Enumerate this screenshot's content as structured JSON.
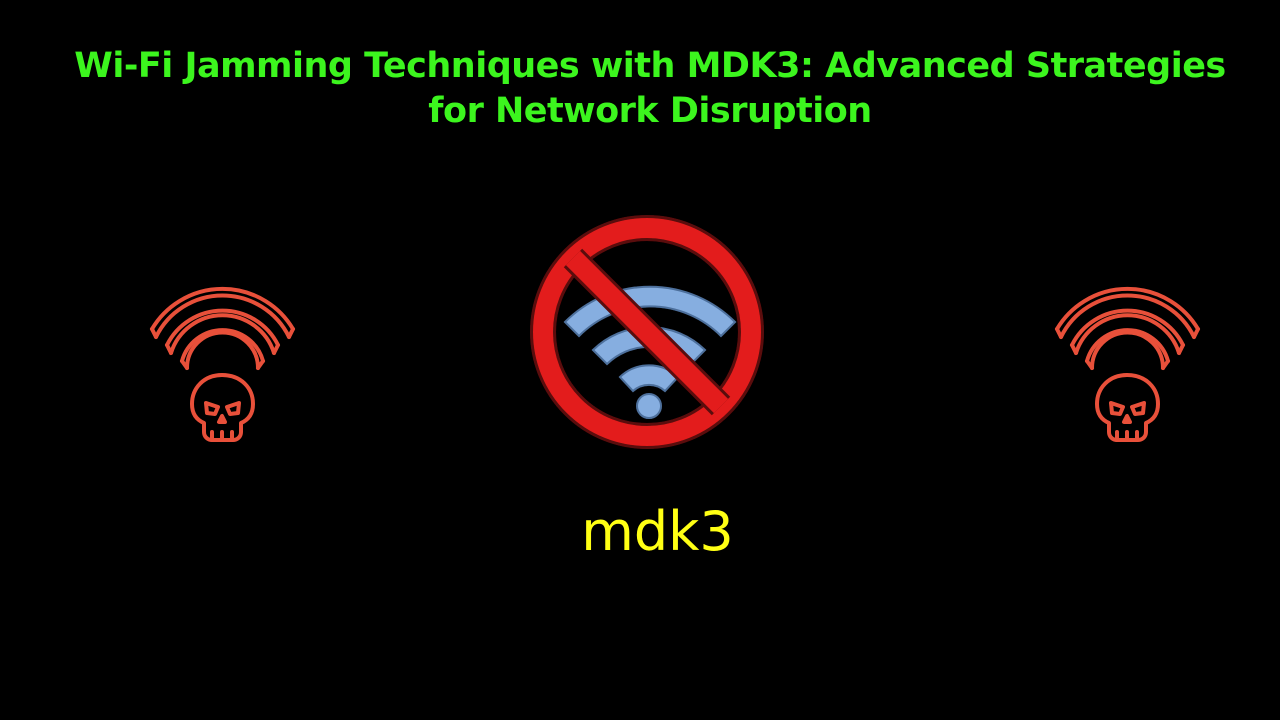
{
  "title": {
    "line1": "Wi-Fi Jamming Techniques with MDK3: Advanced Strategies",
    "line2": "for Network Disruption"
  },
  "caption": "mdk3",
  "icons": {
    "left": "wifi-skull-icon",
    "center": "no-wifi-icon",
    "right": "wifi-skull-icon"
  },
  "colors": {
    "background": "#000000",
    "title": "#3cf51e",
    "caption": "#ffff14",
    "skull": "#e8503a",
    "prohibit": "#e31b1b",
    "wifi": "#7fa8de"
  }
}
